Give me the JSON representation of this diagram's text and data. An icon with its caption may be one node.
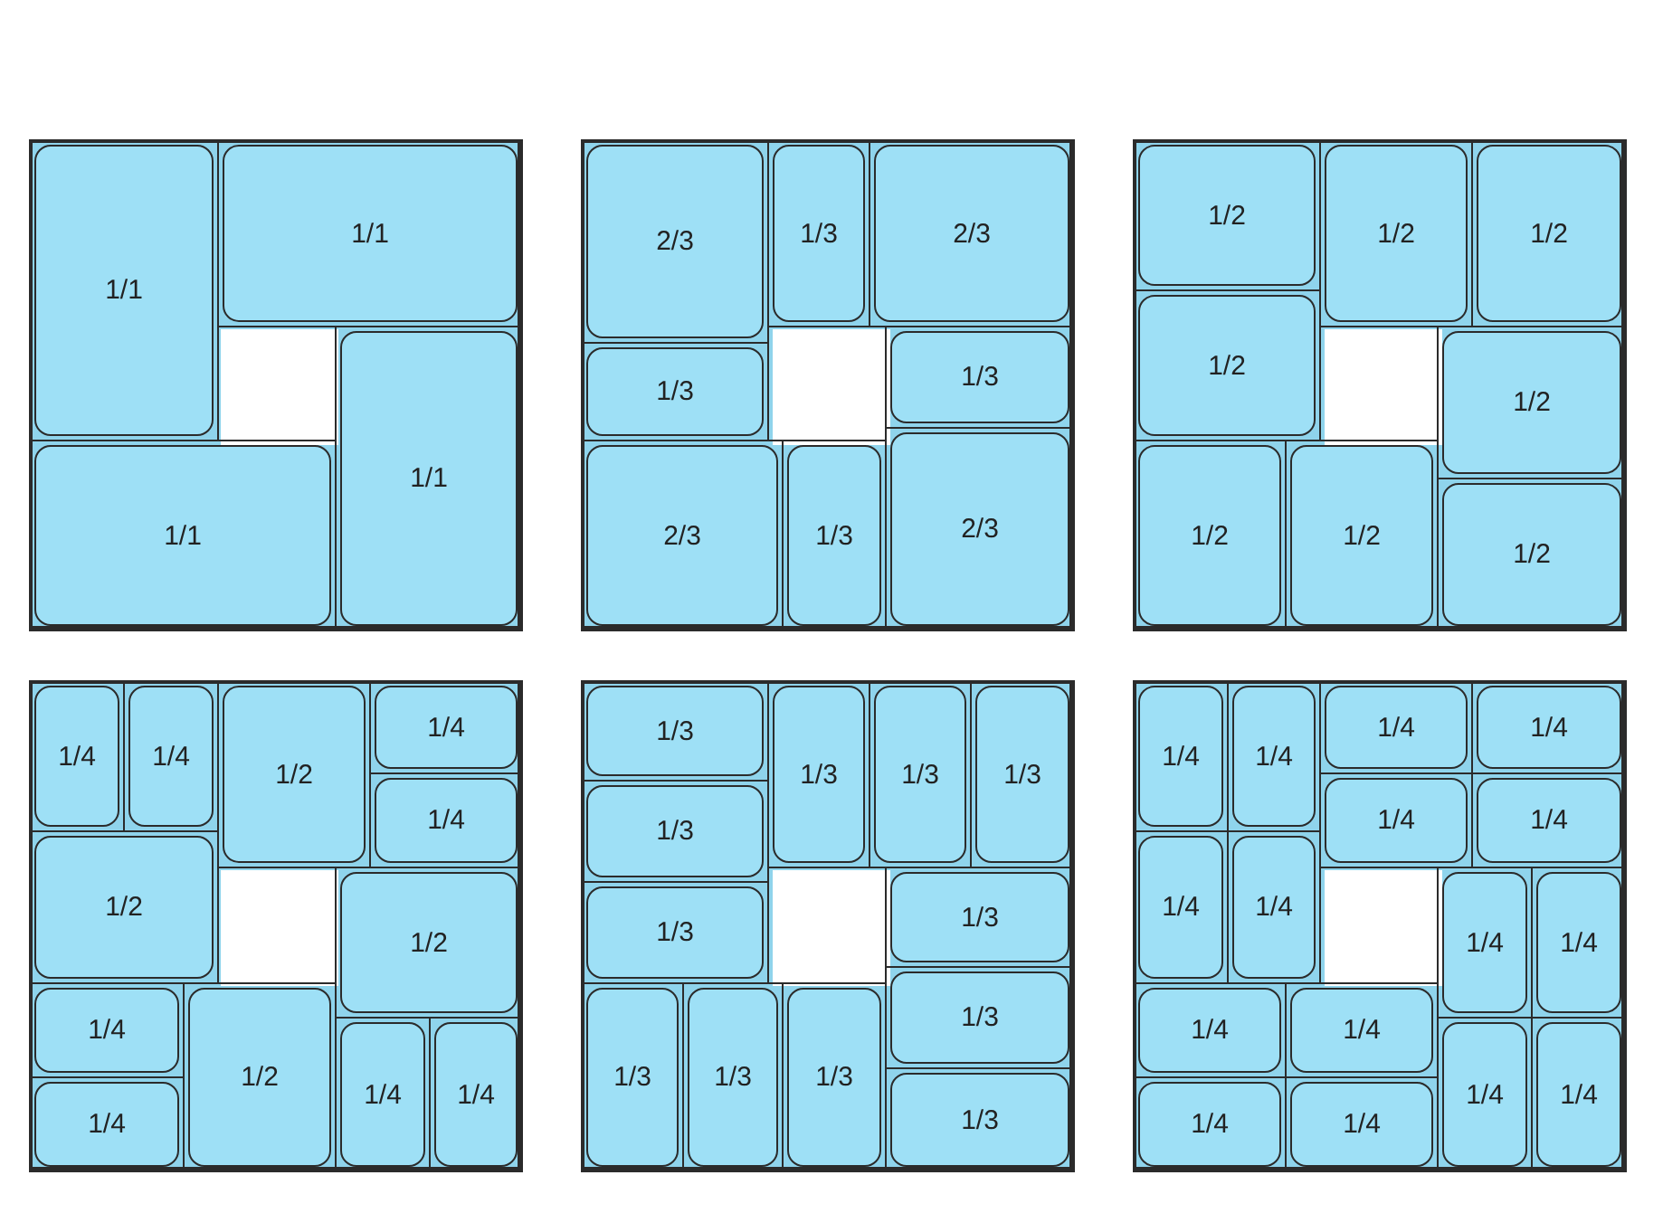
{
  "diagram": {
    "nodes": [
      {
        "text": [],
        "shape": "box"
      },
      {
        "text": [
          "1/1"
        ],
        "in": 0
      },
      {
        "text": [
          "1/1"
        ],
        "in": 0
      },
      {
        "text": [
          "1/1"
        ],
        "in": 0
      },
      {
        "text": [
          "1/1"
        ],
        "in": 0
      },
      {
        "text": [],
        "shape": "box"
      },
      {
        "text": [
          "2/3"
        ],
        "in": 5
      },
      {
        "text": [
          "1/3"
        ],
        "in": 5
      },
      {
        "text": [
          "2/3"
        ],
        "in": 5
      },
      {
        "text": [
          "1/3"
        ],
        "in": 5
      },
      {
        "text": [
          "1/3"
        ],
        "in": 5
      },
      {
        "text": [
          "2/3"
        ],
        "in": 5
      },
      {
        "text": [
          "1/3"
        ],
        "in": 5
      },
      {
        "text": [
          "2/3"
        ],
        "in": 5
      },
      {
        "text": [],
        "shape": "box"
      },
      {
        "text": [
          "1/2"
        ],
        "in": 14
      },
      {
        "text": [
          "1/2"
        ],
        "in": 14
      },
      {
        "text": [
          "1/2"
        ],
        "in": 14
      },
      {
        "text": [
          "1/2"
        ],
        "in": 14
      },
      {
        "text": [
          "1/2"
        ],
        "in": 14
      },
      {
        "text": [
          "1/2"
        ],
        "in": 14
      },
      {
        "text": [
          "1/2"
        ],
        "in": 14
      },
      {
        "text": [
          "1/2"
        ],
        "in": 14
      },
      {
        "text": [],
        "shape": "box"
      },
      {
        "text": [
          "1/4"
        ],
        "in": 23
      },
      {
        "text": [
          "1/4"
        ],
        "in": 23
      },
      {
        "text": [
          "1/2"
        ],
        "in": 23
      },
      {
        "text": [
          "1/4"
        ],
        "in": 23
      },
      {
        "text": [
          "1/4"
        ],
        "in": 23
      },
      {
        "text": [
          "1/2"
        ],
        "in": 23
      },
      {
        "text": [
          "1/2"
        ],
        "in": 23
      },
      {
        "text": [
          "1/4"
        ],
        "in": 23
      },
      {
        "text": [
          "1/2"
        ],
        "in": 23
      },
      {
        "text": [
          "1/4"
        ],
        "in": 23
      },
      {
        "text": [
          "1/4"
        ],
        "in": 23
      },
      {
        "text": [
          "1/4"
        ],
        "in": 23
      },
      {
        "text": [],
        "shape": "box"
      },
      {
        "text": [
          "1/3"
        ],
        "in": 36
      },
      {
        "text": [
          "1/3"
        ],
        "in": 36
      },
      {
        "text": [
          "1/3"
        ],
        "in": 36
      },
      {
        "text": [
          "1/3"
        ],
        "in": 36
      },
      {
        "text": [
          "1/3"
        ],
        "in": 36
      },
      {
        "text": [
          "1/3"
        ],
        "in": 36
      },
      {
        "text": [
          "1/3"
        ],
        "in": 36
      },
      {
        "text": [
          "1/3"
        ],
        "in": 36
      },
      {
        "text": [
          "1/3"
        ],
        "in": 36
      },
      {
        "text": [
          "1/3"
        ],
        "in": 36
      },
      {
        "text": [
          "1/3"
        ],
        "in": 36
      },
      {
        "text": [
          "1/3"
        ],
        "in": 36
      },
      {
        "text": [],
        "shape": "box"
      },
      {
        "text": [
          "1/4"
        ],
        "in": 49
      },
      {
        "text": [
          "1/4"
        ],
        "in": 49
      },
      {
        "text": [
          "1/4"
        ],
        "in": 49
      },
      {
        "text": [
          "1/4"
        ],
        "in": 49
      },
      {
        "text": [
          "1/4"
        ],
        "in": 49
      },
      {
        "text": [
          "1/4"
        ],
        "in": 49
      },
      {
        "text": [
          "1/4"
        ],
        "in": 49
      },
      {
        "text": [
          "1/4"
        ],
        "in": 49
      },
      {
        "text": [
          "1/4"
        ],
        "in": 49
      },
      {
        "text": [
          "1/4"
        ],
        "in": 49
      },
      {
        "text": [
          "1/4"
        ],
        "in": 49
      },
      {
        "text": [
          "1/4"
        ],
        "in": 49
      },
      {
        "text": [
          "1/4"
        ],
        "in": 49
      },
      {
        "text": [
          "1/4"
        ],
        "in": 49
      },
      {
        "text": [
          "1/4"
        ],
        "in": 49
      },
      {
        "text": [
          "1/4"
        ],
        "in": 49
      }
    ]
  }
}
